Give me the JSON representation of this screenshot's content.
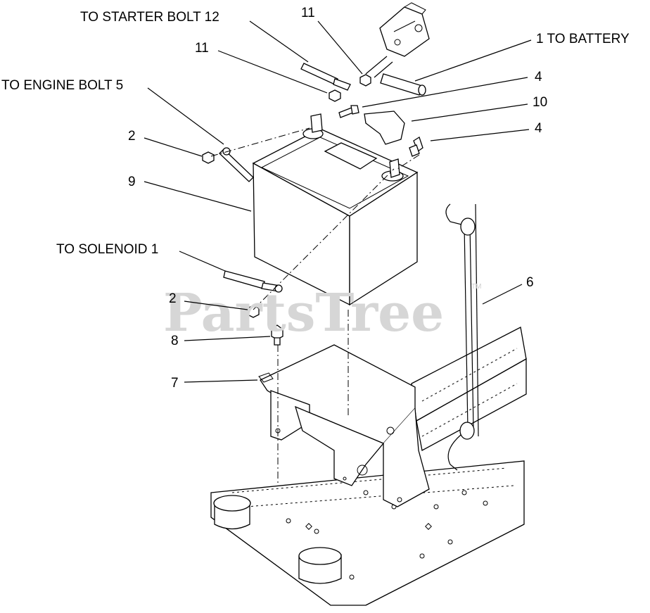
{
  "watermark": {
    "text": "PartsTree",
    "trademark": "TM"
  },
  "callouts": [
    {
      "id": "to-starter-bolt",
      "text": "TO STARTER BOLT  12"
    },
    {
      "id": "label-11-top",
      "text": "11"
    },
    {
      "id": "to-battery",
      "text": "1  TO BATTERY"
    },
    {
      "id": "label-11-left",
      "text": "11"
    },
    {
      "id": "label-4-upper",
      "text": "4"
    },
    {
      "id": "to-engine-bolt",
      "text": "TO ENGINE BOLT  5"
    },
    {
      "id": "label-10",
      "text": "10"
    },
    {
      "id": "label-4-lower",
      "text": "4"
    },
    {
      "id": "label-2-upper",
      "text": "2"
    },
    {
      "id": "label-9",
      "text": "9"
    },
    {
      "id": "to-solenoid",
      "text": "TO SOLENOID  1"
    },
    {
      "id": "label-6",
      "text": "6"
    },
    {
      "id": "label-2-lower",
      "text": "2"
    },
    {
      "id": "label-8",
      "text": "8"
    },
    {
      "id": "label-7",
      "text": "7"
    }
  ]
}
